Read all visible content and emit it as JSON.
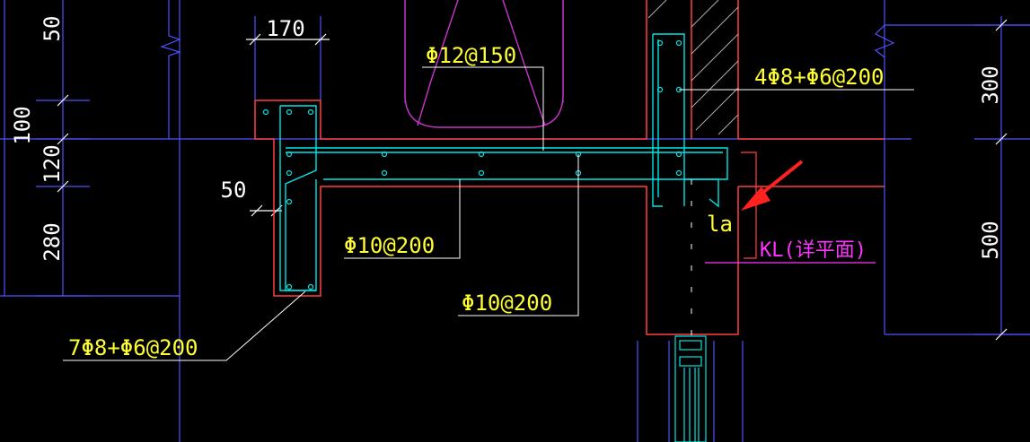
{
  "colors": {
    "background": "#000000",
    "grid": "#5050ff",
    "concrete": "#ff4040",
    "rebar": "#00e5e5",
    "leader": "#ffffff",
    "label": "#ffff33",
    "annotation": "#ff33ff",
    "arrow": "#ff2020",
    "hatch": "#b0b0b0"
  },
  "dimensions": {
    "width_170": "170",
    "width_50": "50",
    "left_50": "50",
    "left_100": "100",
    "left_120": "120",
    "left_280": "280",
    "right_300": "300",
    "right_500": "500"
  },
  "rebar_labels": {
    "top_slab": "Φ12@150",
    "left_stirrup": "Φ10@200",
    "bottom_mid": "Φ10@200",
    "right_beam": "4Φ8+Φ6@200",
    "left_beam": "7Φ8+Φ6@200",
    "anchorage": "la"
  },
  "annotations": {
    "kl_note": "KL(详平面)"
  }
}
